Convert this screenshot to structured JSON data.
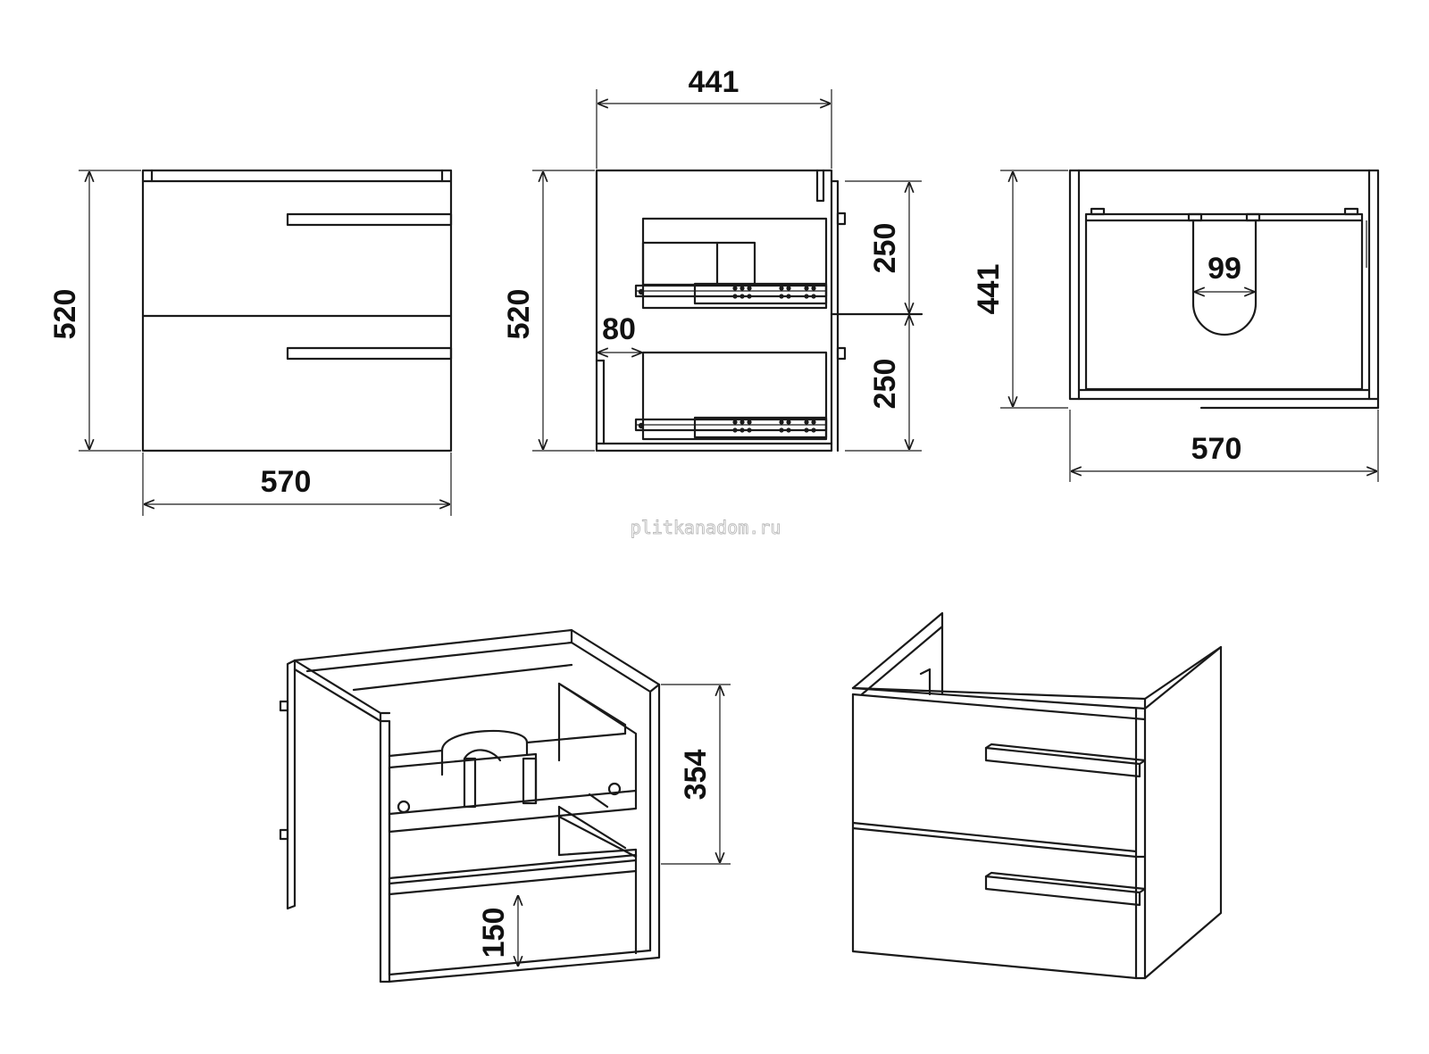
{
  "diagram": {
    "front_view": {
      "width": "570",
      "height": "520"
    },
    "side_view": {
      "depth": "441",
      "height": "520",
      "offset": "80",
      "drawer_top": "250",
      "drawer_bottom": "250"
    },
    "top_view": {
      "depth": "441",
      "width": "570",
      "cutout": "99"
    },
    "open_view": {
      "inner_height": "354",
      "drawer_height": "150"
    },
    "watermark": "plitkanadom.ru"
  },
  "colors": {
    "line": "#1a1a1a",
    "background": "#ffffff"
  }
}
